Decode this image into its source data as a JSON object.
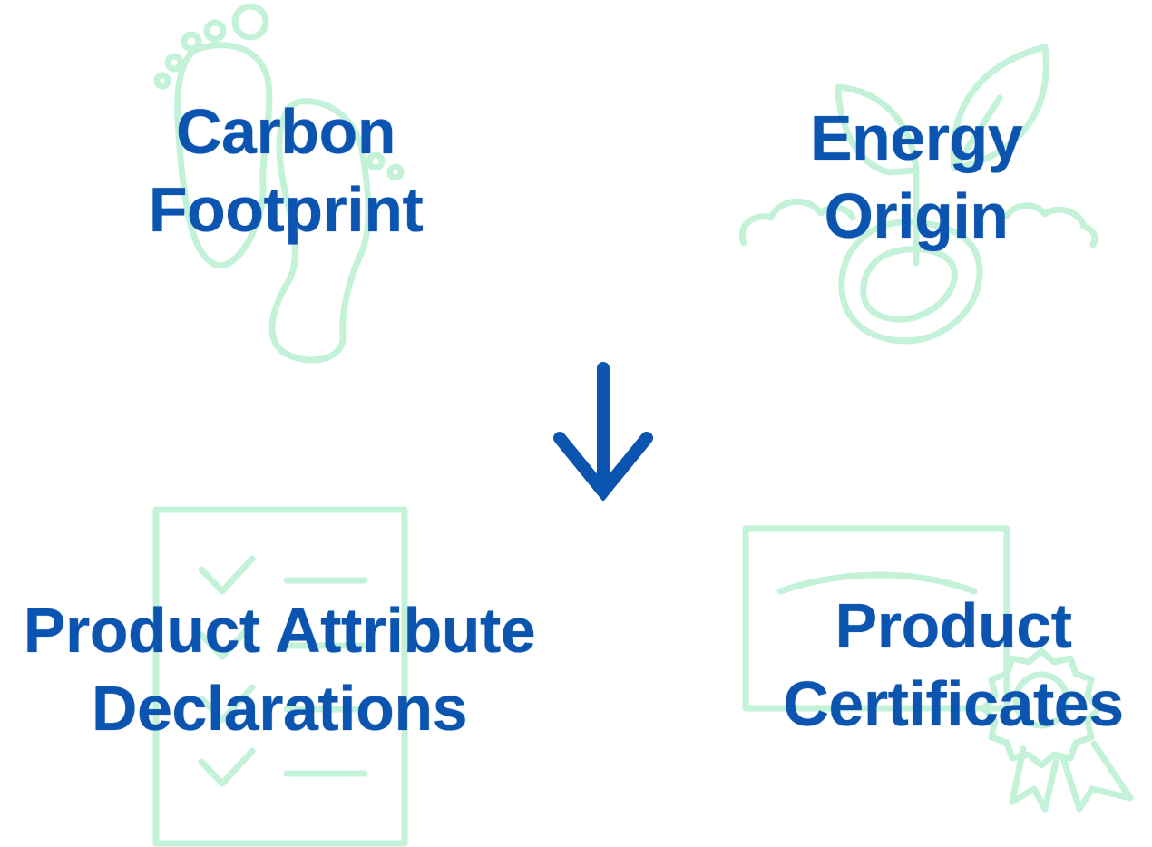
{
  "colors": {
    "label": "#0b54b0",
    "icon_outline": "#c3f2d8",
    "arrow": "#0b54b0"
  },
  "items": [
    {
      "key": "carbon",
      "line1": "Carbon",
      "line2": "Footprint",
      "icon": "footprint-icon"
    },
    {
      "key": "energy",
      "line1": "Energy",
      "line2": "Origin",
      "icon": "plant-leaf-icon"
    },
    {
      "key": "pad",
      "line1": "Product Attribute",
      "line2": "Declarations",
      "icon": "checklist-document-icon"
    },
    {
      "key": "cert",
      "line1": "Product",
      "line2": "Certificates",
      "icon": "certificate-ribbon-icon"
    }
  ],
  "connector": {
    "icon": "arrow-down-icon"
  }
}
